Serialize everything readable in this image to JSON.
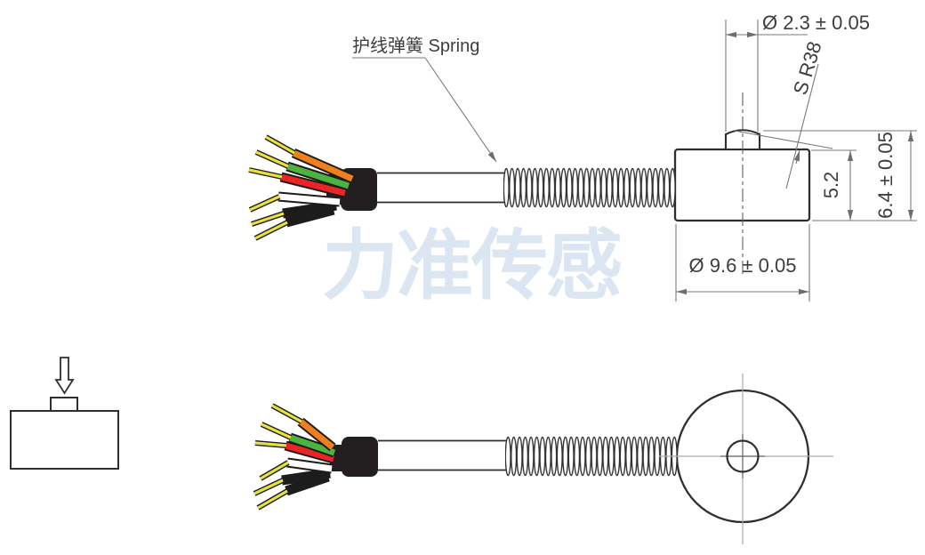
{
  "labels": {
    "spring": "护线弹簧 Spring"
  },
  "dimensions": {
    "button_diameter": "Ø 2.3 ± 0.05",
    "spherical_radius": "S R38",
    "boss_height": "5.2",
    "total_height": "6.4 ± 0.05",
    "body_diameter": "Ø 9.6 ± 0.05"
  },
  "watermark": {
    "text": "力准传感",
    "color": "#dce6f2"
  },
  "colors": {
    "wire_orange": "#f0801e",
    "wire_green": "#4cb33f",
    "wire_red": "#ee2324",
    "wire_white": "#ffffff",
    "wire_black": "#1c1c1c",
    "wire_tip_yellow": "#e9e23b",
    "boot_black": "#231f20",
    "outline": "#2e2e2e",
    "dimension_gray": "#7a7a7a"
  }
}
